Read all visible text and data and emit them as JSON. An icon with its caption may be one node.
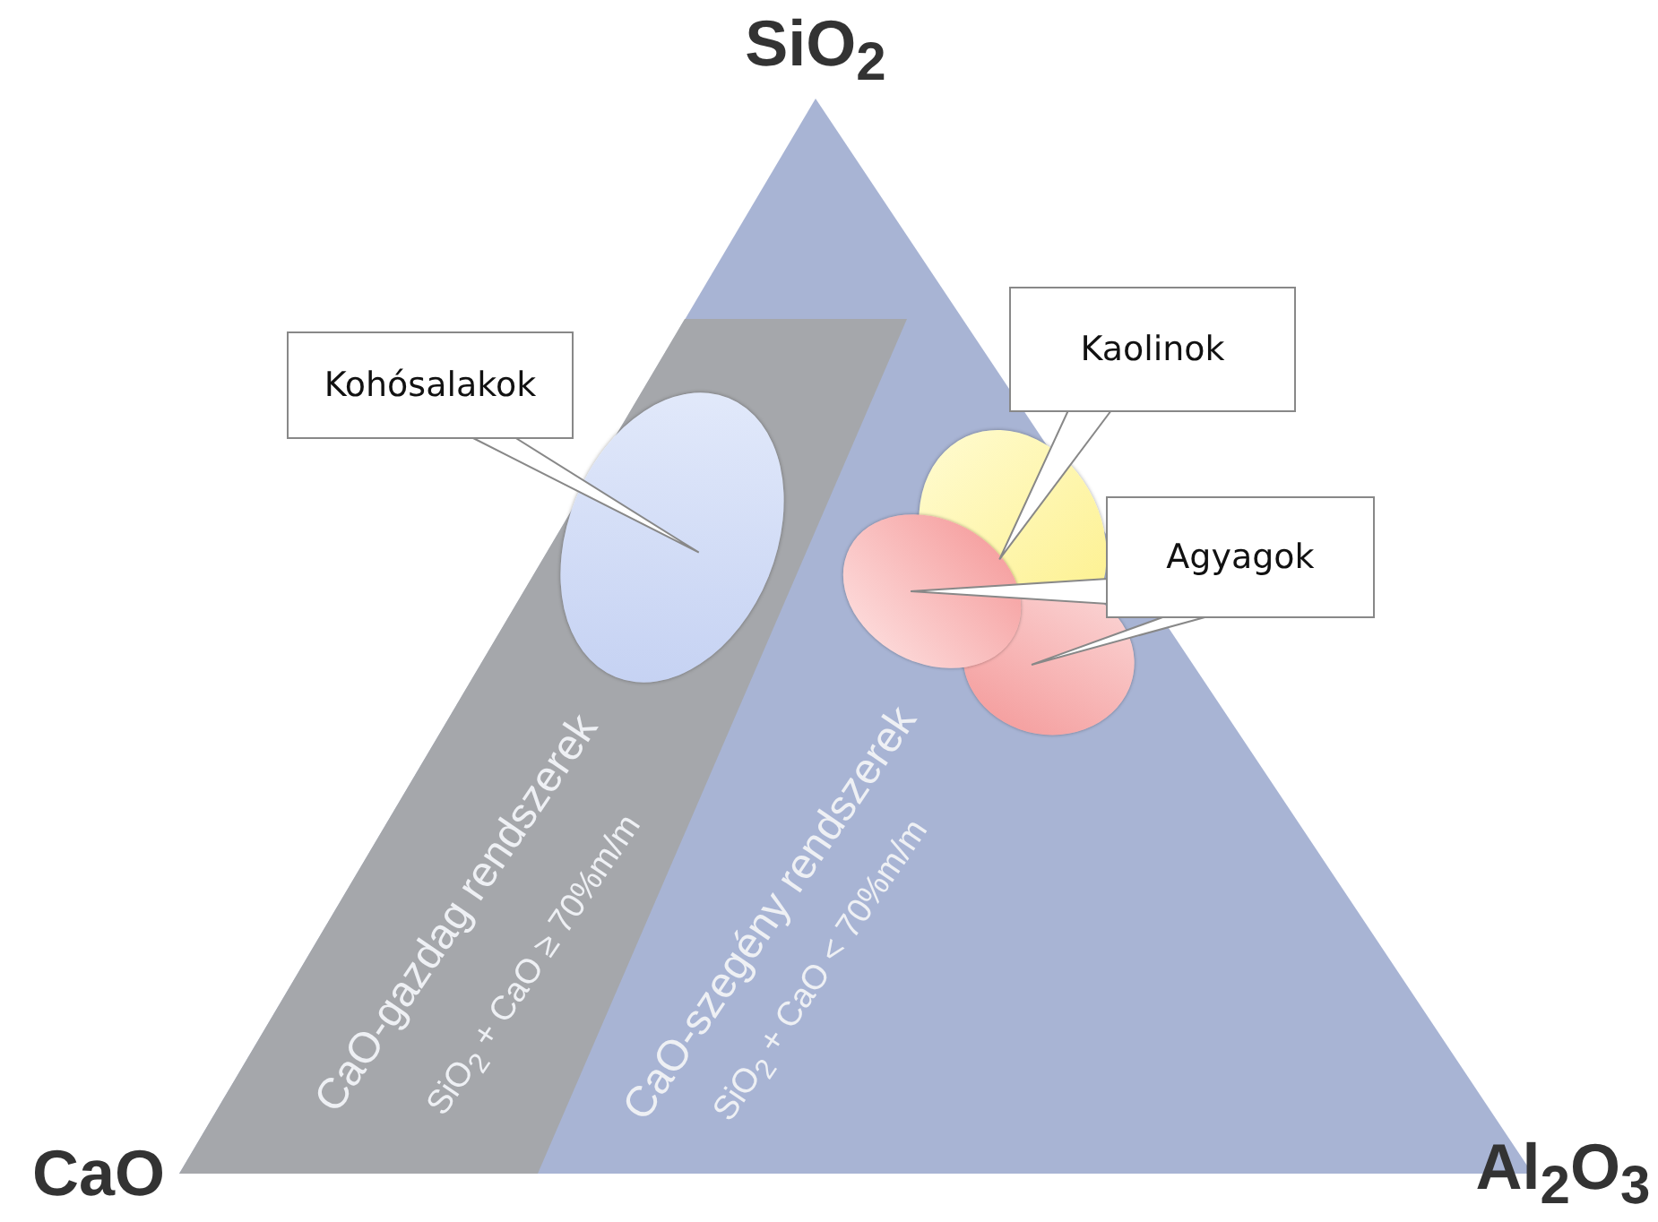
{
  "diagram": {
    "nodes": [
      {
        "text": [
          "CaO-szegény rendszerek",
          "SiO$_{2}$ + CaO < 70%m/m"
        ]
      },
      {
        "text": [
          "CaO-gazdag rendszerek",
          "SiO$_{2}$ + CaO ≥ 70%m/m"
        ],
        "in": 0
      },
      {
        "text": [
          "Kohósalakok"
        ]
      },
      {
        "text": [
          "Kaolinok"
        ]
      },
      {
        "text": [],
        "shape": "ellipse",
        "in": 1
      },
      {
        "text": [],
        "shape": "ellipse",
        "in": 0
      },
      {
        "text": [
          "Agyagok"
        ]
      },
      {
        "text": [],
        "shape": "ellipse",
        "in": 0
      },
      {
        "text": [],
        "shape": "ellipse",
        "in": 0
      }
    ],
    "edges": [
      {
        "from": 2,
        "to": 4,
        "arrow": "none"
      },
      {
        "from": 3,
        "to": 5,
        "arrow": "none"
      },
      {
        "from": 6,
        "to": 7,
        "arrow": "none"
      },
      {
        "from": 6,
        "to": 8,
        "arrow": "none"
      }
    ],
    "labels": [
      "SiO$_{2}$",
      "CaO",
      "Al$_{2}$O$_{3}$"
    ]
  }
}
